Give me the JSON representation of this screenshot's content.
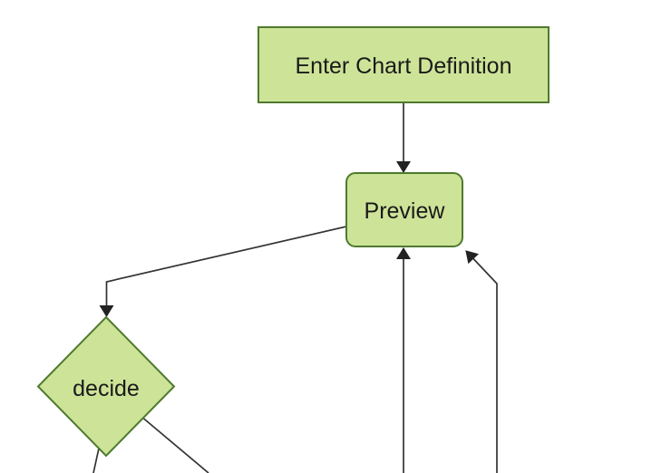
{
  "diagram": {
    "type": "flowchart-top-down",
    "colors": {
      "background": "#ffffff",
      "node_fill": "#cde498",
      "node_stroke": "#4e7a2e",
      "edge_line": "#333333",
      "arrowhead": "#222222",
      "label_text": "#1a1a1a"
    },
    "nodes": [
      {
        "id": "enter-chart-definition",
        "label": "Enter Chart Definition",
        "shape": "rectangle"
      },
      {
        "id": "preview",
        "label": "Preview",
        "shape": "rounded-rectangle"
      },
      {
        "id": "decide",
        "label": "decide",
        "shape": "diamond"
      }
    ],
    "edges": [
      {
        "from": "enter-chart-definition",
        "to": "preview",
        "arrow": "into-preview-top"
      },
      {
        "from": "preview",
        "to": "decide",
        "arrow": "into-decide-top"
      },
      {
        "from": "offscreen-bottom",
        "to": "preview",
        "arrow": "into-preview-bottom"
      },
      {
        "from": "offscreen-bottom-right",
        "to": "preview",
        "arrow": "into-preview-bottom-right-corner"
      },
      {
        "from": "decide",
        "to": "offscreen-bottom-left",
        "arrow": "none-visible"
      },
      {
        "from": "decide",
        "to": "offscreen-bottom-right",
        "arrow": "none-visible"
      }
    ]
  }
}
